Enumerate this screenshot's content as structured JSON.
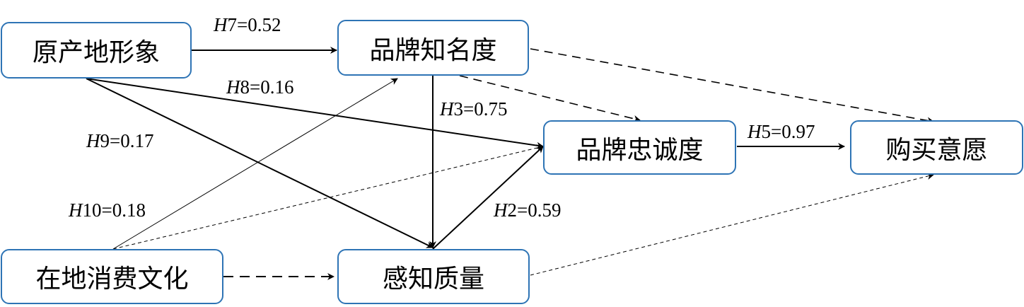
{
  "nodes": {
    "coo": "原产地形象",
    "awareness": "品牌知名度",
    "loyalty": "品牌忠诚度",
    "intention": "购买意愿",
    "culture": "在地消费文化",
    "quality": "感知质量"
  },
  "paths": {
    "h7": {
      "letter": "H",
      "rest": "7=0.52"
    },
    "h8": {
      "letter": "H",
      "rest": "8=0.16"
    },
    "h3": {
      "letter": "H",
      "rest": "3=0.75"
    },
    "h9": {
      "letter": "H",
      "rest": "9=0.17"
    },
    "h5": {
      "letter": "H",
      "rest": "5=0.97"
    },
    "h10": {
      "letter": "H",
      "rest": "10=0.18"
    },
    "h2": {
      "letter": "H",
      "rest": "2=0.59"
    }
  },
  "colors": {
    "box_border": "#2e74b5",
    "arrow": "#000000"
  }
}
